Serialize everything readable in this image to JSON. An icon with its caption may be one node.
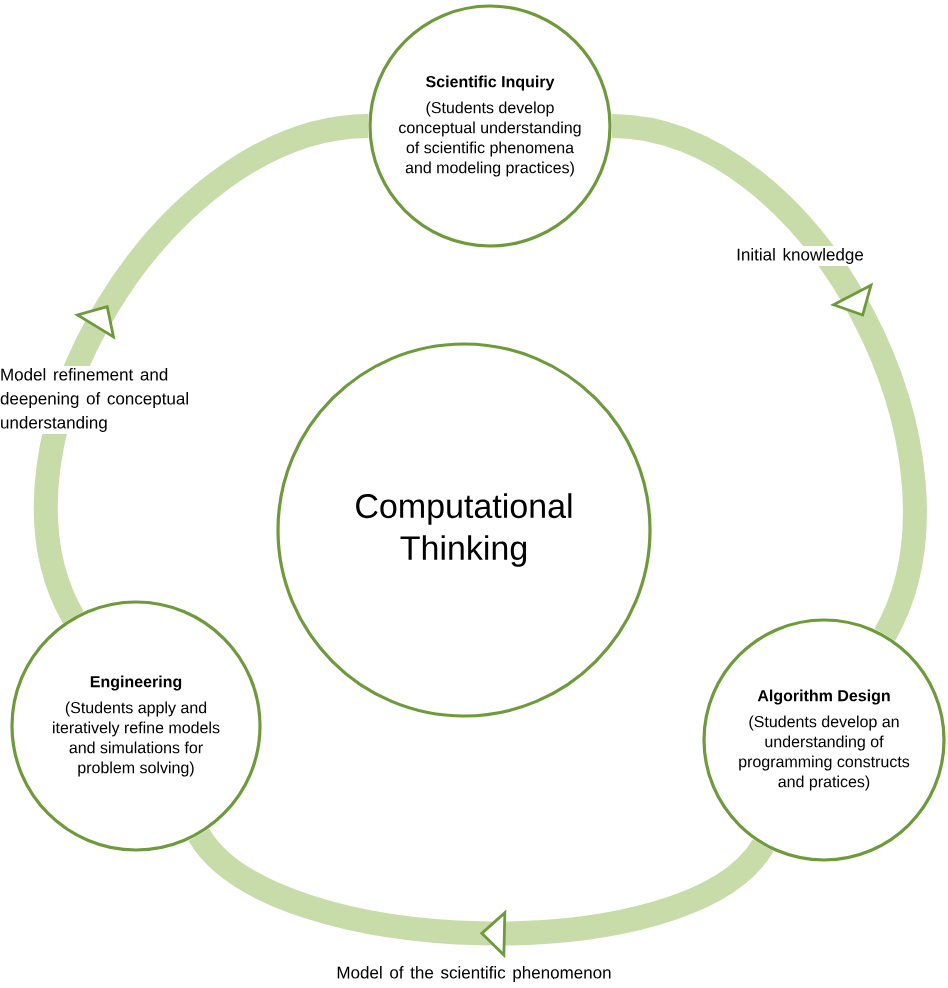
{
  "diagram": {
    "nodes": [
      {
        "text": [
          "Scientific Inquiry",
          "(Students develop conceptual understanding of scientific phenomena and modeling practices)"
        ]
      },
      {
        "text": [
          "Computational Thinking"
        ]
      },
      {
        "text": [
          "Algorithm Design",
          "(Students develop an understanding of programming constructs and pratices)"
        ]
      },
      {
        "text": [
          "Engineering",
          "(Students apply and iteratively refine models and simulations for problem solving)"
        ]
      }
    ],
    "edges": [
      {
        "from": 0,
        "to": 2,
        "arrow": "to",
        "label": "Initial knowledge"
      },
      {
        "from": 2,
        "to": 3,
        "arrow": "to",
        "label": "Model of the scientific phenomenon"
      },
      {
        "from": 3,
        "to": 0,
        "arrow": "to",
        "label": "Model refinement and deepening of conceptual understanding"
      }
    ]
  }
}
